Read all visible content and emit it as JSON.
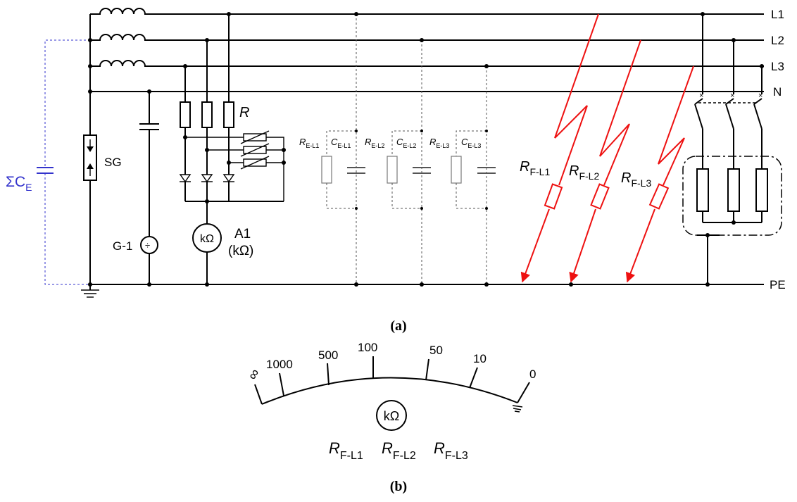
{
  "panel_a": {
    "caption": "(a)",
    "lines": {
      "l1": "L1",
      "l2": "L2",
      "l3": "L3",
      "n": "N",
      "pe": "PE"
    },
    "sum_ce": {
      "sigma": "ΣC",
      "sub": "E"
    },
    "sg": "SG",
    "r_label": "R",
    "g1": "G-1",
    "meter_unit": "kΩ",
    "a1": "A1",
    "a1_unit": "(kΩ)",
    "leakage": [
      {
        "r": "R",
        "r_sub": "E-L1",
        "c": "C",
        "c_sub": "E-L1"
      },
      {
        "r": "R",
        "r_sub": "E-L2",
        "c": "C",
        "c_sub": "E-L2"
      },
      {
        "r": "R",
        "r_sub": "E-L3",
        "c": "C",
        "c_sub": "E-L3"
      }
    ],
    "faults": [
      {
        "r": "R",
        "sub": "F-L1"
      },
      {
        "r": "R",
        "sub": "F-L2"
      },
      {
        "r": "R",
        "sub": "F-L3"
      }
    ]
  },
  "panel_b": {
    "caption": "(b)",
    "scale_ticks": [
      "∞",
      "1000",
      "500",
      "100",
      "50",
      "10",
      "0"
    ],
    "meter_unit": "kΩ",
    "faults": [
      {
        "r": "R",
        "sub": "F-L1"
      },
      {
        "r": "R",
        "sub": "F-L2"
      },
      {
        "r": "R",
        "sub": "F-L3"
      }
    ]
  },
  "colors": {
    "wire": "#000000",
    "fault": "#ee1111",
    "capacitance": "#3333cc",
    "leakage": "#555555"
  }
}
